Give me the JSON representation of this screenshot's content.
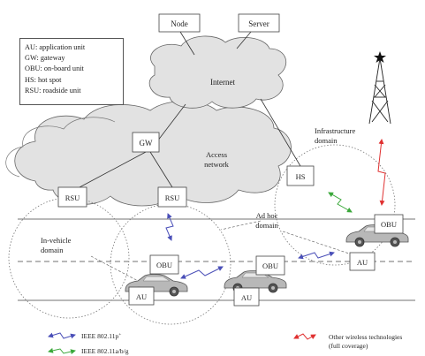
{
  "nodes": {
    "node": "Node",
    "server": "Server",
    "internet": "Internet",
    "gw": "GW",
    "access_network_line1": "Access",
    "access_network_line2": "network",
    "rsu_left": "RSU",
    "rsu_right": "RSU",
    "hs": "HS",
    "obu_left": "OBU",
    "obu_middle": "OBU",
    "obu_right": "OBU",
    "au_left": "AU",
    "au_middle": "AU",
    "au_right": "AU"
  },
  "domains": {
    "infrastructure_line1": "Infrastructure",
    "infrastructure_line2": "domain",
    "adhoc_line1": "Ad hoc",
    "adhoc_line2": "domain",
    "invehicle_line1": "In-vehicle",
    "invehicle_line2": "domain"
  },
  "abbreviations": [
    "AU: application unit",
    "GW: gateway",
    "OBU: on-board unit",
    "HS: hot spot",
    "RSU: roadside unit"
  ],
  "legend": {
    "ieee_80211p": "IEEE 802.11p",
    "ieee_80211p_sup": "+",
    "ieee_80211abg": "IEEE 802.11a/b/g",
    "other_line1": "Other wireless technologies",
    "other_line2": "(full coverage)"
  },
  "colors": {
    "ieee_80211p": "#4a4fb8",
    "ieee_80211abg": "#3aa83a",
    "other_wireless": "#e03030"
  }
}
